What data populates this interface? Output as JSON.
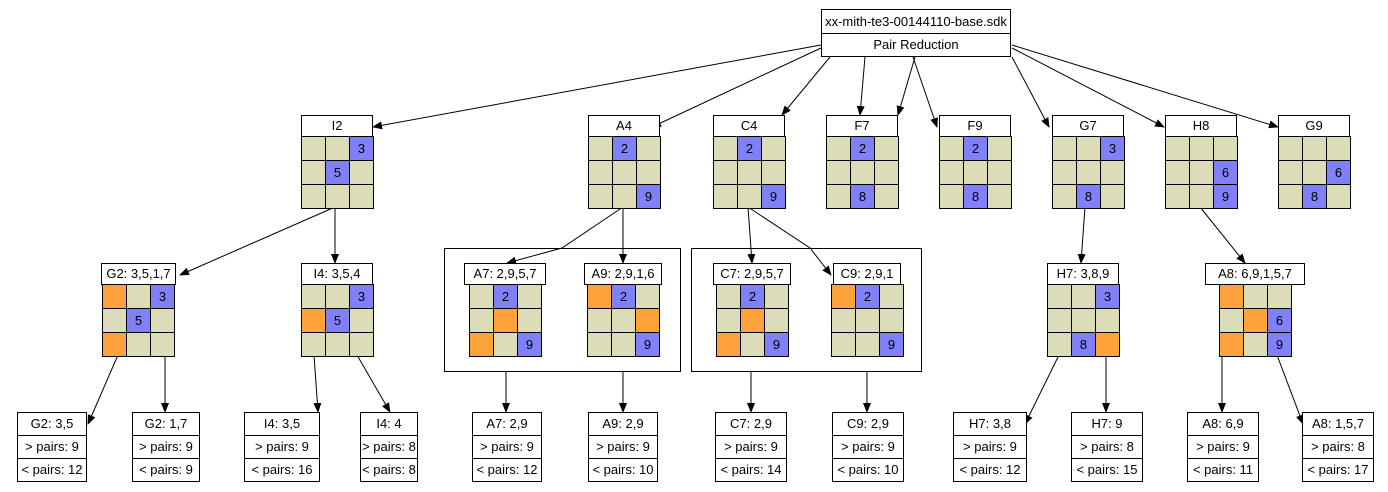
{
  "root": {
    "title": "xx-mith-te3-00144110-base.sdk",
    "subtitle": "Pair Reduction"
  },
  "level1": [
    {
      "label": "I2",
      "cells": [
        "",
        "",
        "3",
        "",
        "5",
        "",
        "",
        "",
        ""
      ],
      "colors": [
        "",
        "",
        "b",
        "",
        "b",
        "",
        "",
        "",
        ""
      ]
    },
    {
      "label": "A4",
      "cells": [
        "",
        "2",
        "",
        "",
        "",
        "",
        "",
        "",
        "9"
      ],
      "colors": [
        "",
        "b",
        "",
        "",
        "",
        "",
        "",
        "",
        "b"
      ]
    },
    {
      "label": "C4",
      "cells": [
        "",
        "2",
        "",
        "",
        "",
        "",
        "",
        "",
        "9"
      ],
      "colors": [
        "",
        "b",
        "",
        "",
        "",
        "",
        "",
        "",
        "b"
      ]
    },
    {
      "label": "F7",
      "cells": [
        "",
        "2",
        "",
        "",
        "",
        "",
        "",
        "8",
        ""
      ],
      "colors": [
        "",
        "b",
        "",
        "",
        "",
        "",
        "",
        "b",
        ""
      ]
    },
    {
      "label": "F9",
      "cells": [
        "",
        "2",
        "",
        "",
        "",
        "",
        "",
        "8",
        ""
      ],
      "colors": [
        "",
        "b",
        "",
        "",
        "",
        "",
        "",
        "b",
        ""
      ]
    },
    {
      "label": "G7",
      "cells": [
        "",
        "",
        "3",
        "",
        "",
        "",
        "",
        "8",
        ""
      ],
      "colors": [
        "",
        "",
        "b",
        "",
        "",
        "",
        "",
        "b",
        ""
      ]
    },
    {
      "label": "H8",
      "cells": [
        "",
        "",
        "",
        "",
        "",
        "6",
        "",
        "",
        "9"
      ],
      "colors": [
        "",
        "",
        "",
        "",
        "",
        "b",
        "",
        "",
        "b"
      ]
    },
    {
      "label": "G9",
      "cells": [
        "",
        "",
        "",
        "",
        "",
        "6",
        "",
        "8",
        ""
      ],
      "colors": [
        "",
        "",
        "",
        "",
        "",
        "b",
        "",
        "b",
        ""
      ]
    }
  ],
  "level2": [
    {
      "label": "G2: 3,5,1,7",
      "cells": [
        "",
        "",
        "3",
        "",
        "5",
        "",
        "",
        "",
        ""
      ],
      "colors": [
        "o",
        "",
        "b",
        "",
        "b",
        "",
        "o",
        "",
        ""
      ]
    },
    {
      "label": "I4: 3,5,4",
      "cells": [
        "",
        "",
        "3",
        "",
        "5",
        "",
        "",
        "",
        ""
      ],
      "colors": [
        "",
        "",
        "b",
        "o",
        "b",
        "",
        "",
        "",
        ""
      ]
    },
    {
      "label": "A7: 2,9,5,7",
      "cells": [
        "",
        "2",
        "",
        "",
        "",
        "",
        "",
        "",
        "9"
      ],
      "colors": [
        "",
        "b",
        "",
        "",
        "o",
        "",
        "o",
        "",
        "b"
      ]
    },
    {
      "label": "A9: 2,9,1,6",
      "cells": [
        "",
        "2",
        "",
        "",
        "",
        "",
        "",
        "",
        "9"
      ],
      "colors": [
        "o",
        "b",
        "",
        "",
        "",
        "o",
        "",
        "",
        "b"
      ]
    },
    {
      "label": "C7: 2,9,5,7",
      "cells": [
        "",
        "2",
        "",
        "",
        "",
        "",
        "",
        "",
        "9"
      ],
      "colors": [
        "",
        "b",
        "",
        "",
        "o",
        "",
        "o",
        "",
        "b"
      ]
    },
    {
      "label": "C9: 2,9,1",
      "cells": [
        "",
        "2",
        "",
        "",
        "",
        "",
        "",
        "",
        "9"
      ],
      "colors": [
        "o",
        "b",
        "",
        "",
        "",
        "",
        "",
        "",
        "b"
      ]
    },
    {
      "label": "H7: 3,8,9",
      "cells": [
        "",
        "",
        "3",
        "",
        "",
        "",
        "",
        "8",
        ""
      ],
      "colors": [
        "",
        "",
        "b",
        "",
        "",
        "",
        "",
        "b",
        "o"
      ]
    },
    {
      "label": "A8: 6,9,1,5,7",
      "cells": [
        "",
        "",
        "",
        "",
        "",
        "6",
        "",
        "",
        "9"
      ],
      "colors": [
        "o",
        "",
        "",
        "",
        "o",
        "b",
        "o",
        "",
        "b"
      ]
    }
  ],
  "leaves": [
    {
      "title": "G2: 3,5",
      "gt": "> pairs: 9",
      "lt": "< pairs: 12"
    },
    {
      "title": "G2: 1,7",
      "gt": "> pairs: 9",
      "lt": "< pairs: 9"
    },
    {
      "title": "I4: 3,5",
      "gt": "> pairs: 9",
      "lt": "< pairs: 16"
    },
    {
      "title": "I4: 4",
      "gt": "> pairs: 8",
      "lt": "< pairs: 8"
    },
    {
      "title": "A7: 2,9",
      "gt": "> pairs: 9",
      "lt": "< pairs: 12"
    },
    {
      "title": "A9: 2,9",
      "gt": "> pairs: 9",
      "lt": "< pairs: 10"
    },
    {
      "title": "C7: 2,9",
      "gt": "> pairs: 9",
      "lt": "< pairs: 14"
    },
    {
      "title": "C9: 2,9",
      "gt": "> pairs: 9",
      "lt": "< pairs: 10"
    },
    {
      "title": "H7: 3,8",
      "gt": "> pairs: 9",
      "lt": "< pairs: 12"
    },
    {
      "title": "H7: 9",
      "gt": "> pairs: 8",
      "lt": "< pairs: 15"
    },
    {
      "title": "A8: 6,9",
      "gt": "> pairs: 9",
      "lt": "< pairs: 11"
    },
    {
      "title": "A8: 1,5,7",
      "gt": "> pairs: 8",
      "lt": "< pairs: 17"
    }
  ],
  "colors": {
    "cell": "#dcdcb8",
    "candidate": "#8080f8",
    "elimination": "#ffa23a"
  }
}
